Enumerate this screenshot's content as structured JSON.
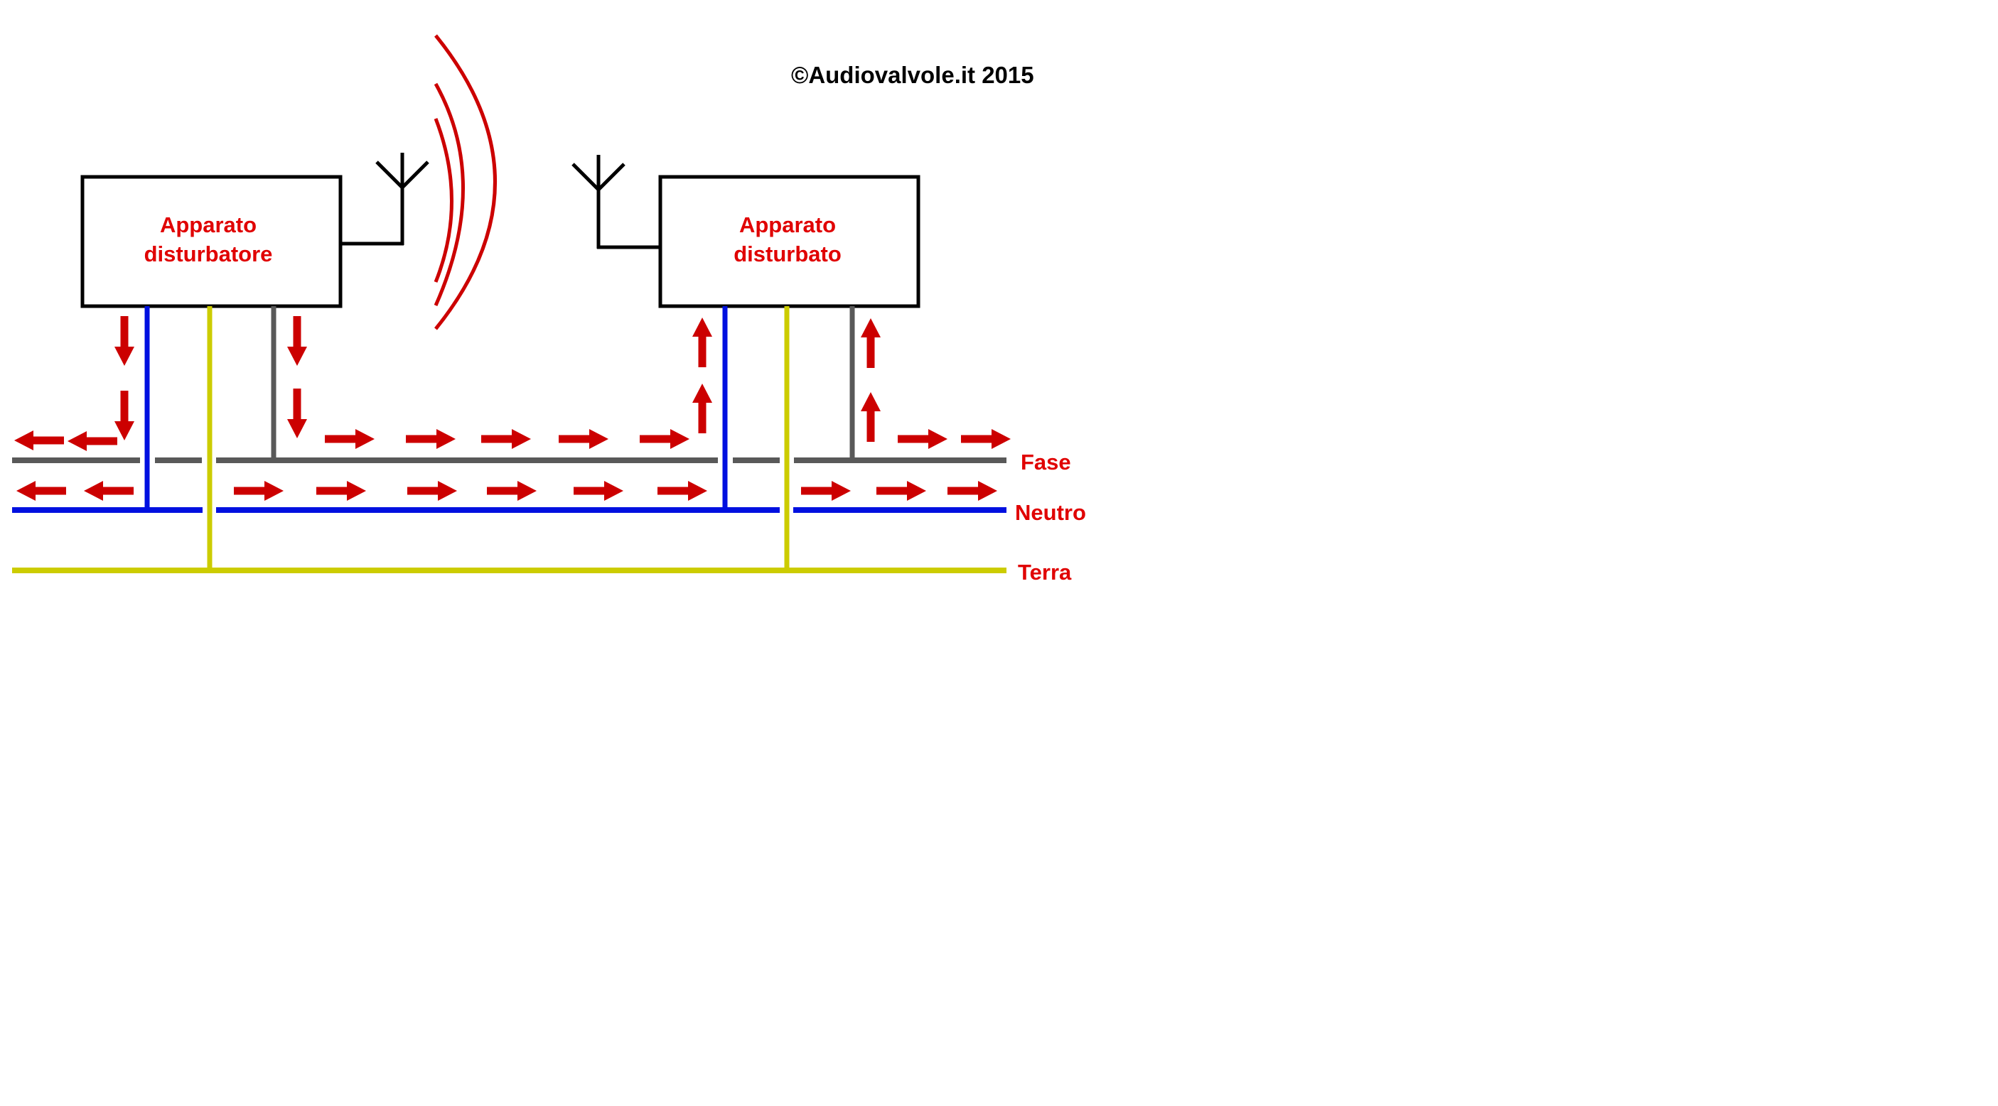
{
  "copyright": "©Audiovalvole.it 2015",
  "devices": {
    "source": {
      "line1": "Apparato",
      "line2": "disturbatore"
    },
    "victim": {
      "line1": "Apparato",
      "line2": "disturbato"
    }
  },
  "lines": {
    "fase": "Fase",
    "neutro": "Neutro",
    "terra": "Terra"
  },
  "colors": {
    "fase": "#595959",
    "neutro": "#0010e0",
    "terra": "#cccc00",
    "arrow": "#cc0000",
    "waves": "#cc0000",
    "label": "#e00000"
  }
}
